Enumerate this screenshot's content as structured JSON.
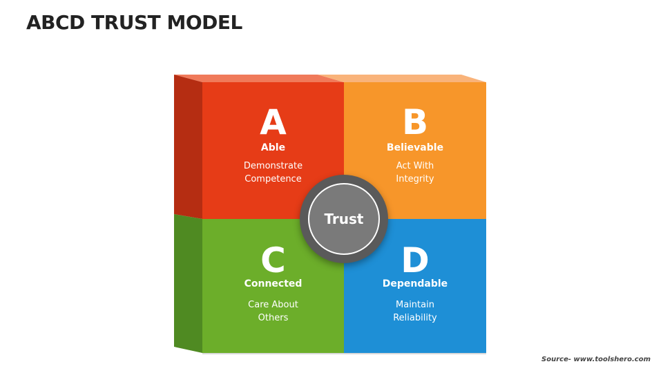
{
  "title": "ABCD TRUST MODEL",
  "center": {
    "label": "Trust"
  },
  "quadrants": [
    {
      "letter": "A",
      "name": "Able",
      "desc_line1": "Demonstrate",
      "desc_line2": "Competence",
      "color": "#e63c17"
    },
    {
      "letter": "B",
      "name": "Believable",
      "desc_line1": "Act With",
      "desc_line2": "Integrity",
      "color": "#f7962a"
    },
    {
      "letter": "C",
      "name": "Connected",
      "desc_line1": "Care About",
      "desc_line2": "Others",
      "color": "#6cae2a"
    },
    {
      "letter": "D",
      "name": "Dependable",
      "desc_line1": "Maintain",
      "desc_line2": "Reliability",
      "color": "#1e8fd6"
    }
  ],
  "source": "Source- www.toolshero.com"
}
